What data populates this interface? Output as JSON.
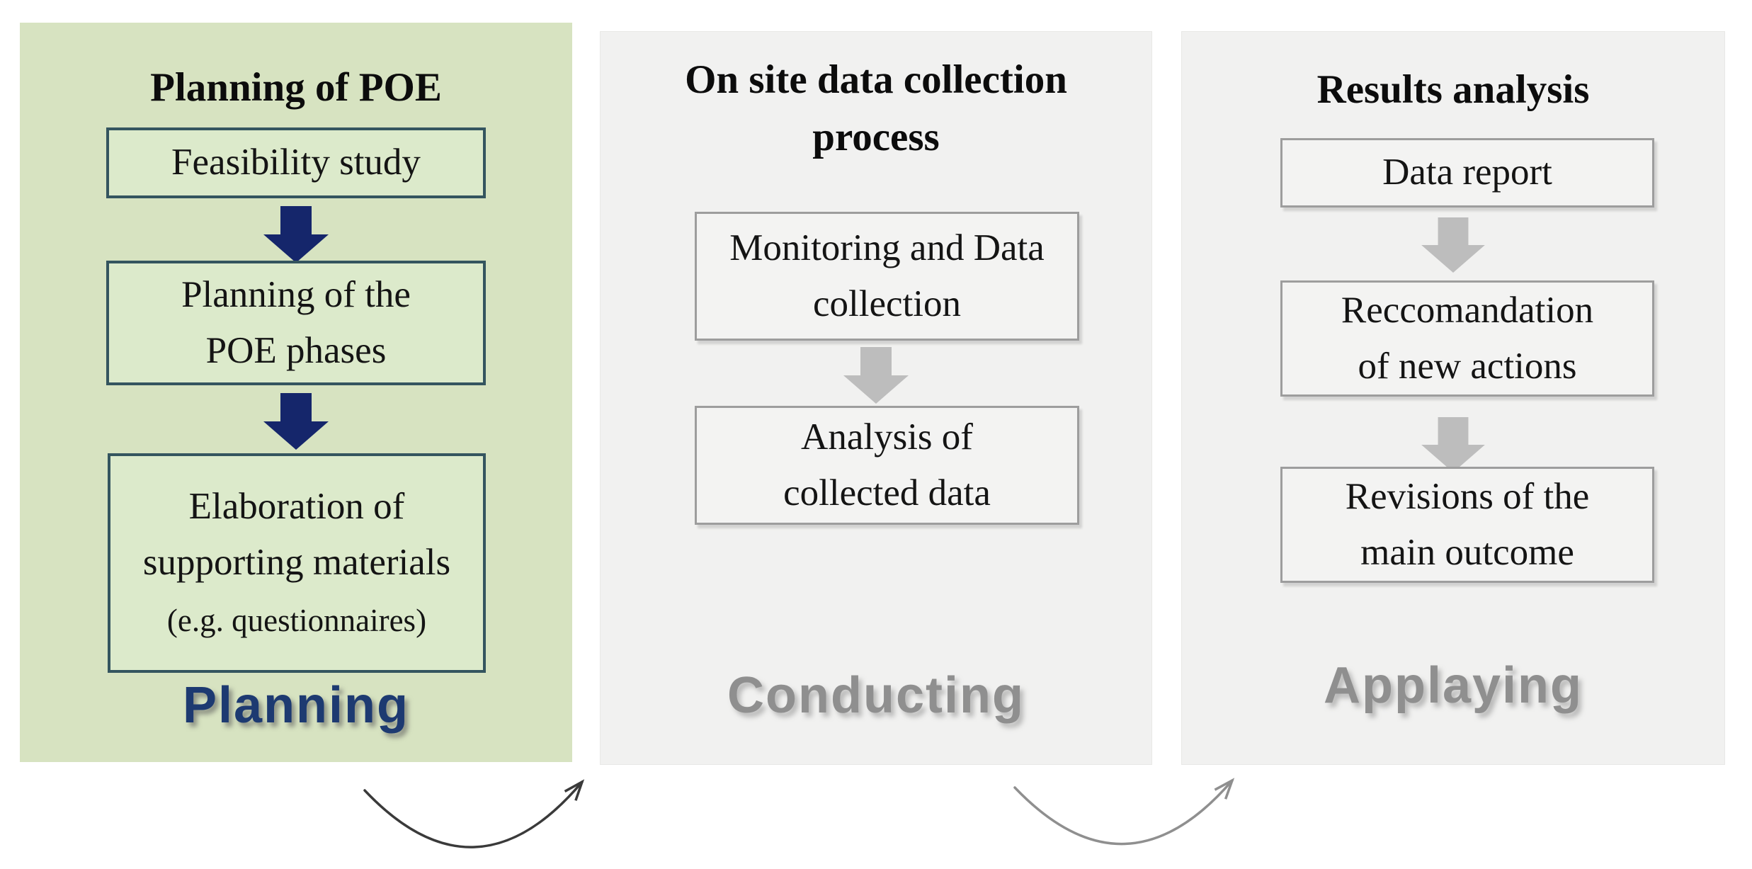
{
  "colors": {
    "page-bg": "#ffffff",
    "green-panel-bg": "#d7e3c1",
    "green-box-bg": "#dceacb",
    "green-box-border": "#34555f",
    "navy-arrow": "#15266b",
    "planning-label": "#1d3a71",
    "gray-panel-bg": "#f1f1f0",
    "gray-box-bg": "#f3f3f2",
    "gray-box-border": "#9d9d9d",
    "gray-arrow": "#bdbdbd",
    "gray-label": "#8f8f8f",
    "flow-arrow-dark": "#3a3a3a",
    "flow-arrow-light": "#8f8f8f"
  },
  "panels": {
    "planning": {
      "title": "Planning of POE",
      "boxes": {
        "feasibility": "Feasibility study",
        "phases": "Planning of the POE phases",
        "materials": "Elaboration of supporting materials",
        "materials_note": "(e.g. questionnaires)"
      },
      "footer": "Planning"
    },
    "conducting": {
      "title": "On site data collection process",
      "boxes": {
        "monitoring": "Monitoring and Data collection",
        "analysis": "Analysis of collected data"
      },
      "footer": "Conducting"
    },
    "applying": {
      "title": "Results analysis",
      "boxes": {
        "report": "Data report",
        "recommendation": "Reccomandation of new actions",
        "revisions": "Revisions of the main outcome"
      },
      "footer": "Applaying"
    }
  }
}
